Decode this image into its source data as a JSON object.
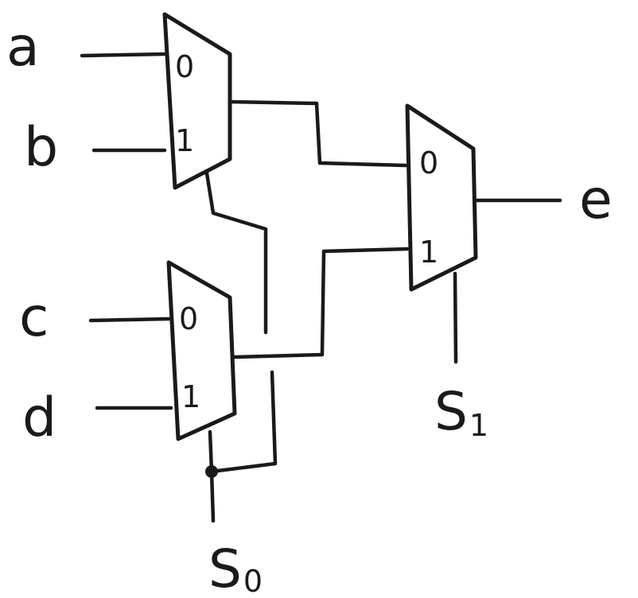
{
  "inputs": {
    "a": "a",
    "b": "b",
    "c": "c",
    "d": "d"
  },
  "output": "e",
  "mux_top": {
    "in0": "0",
    "in1": "1"
  },
  "mux_bottom": {
    "in0": "0",
    "in1": "1"
  },
  "mux_final": {
    "in0": "0",
    "in1": "1"
  },
  "select": {
    "s0": {
      "base": "S",
      "sub": "0"
    },
    "s1": {
      "base": "S",
      "sub": "1"
    }
  }
}
